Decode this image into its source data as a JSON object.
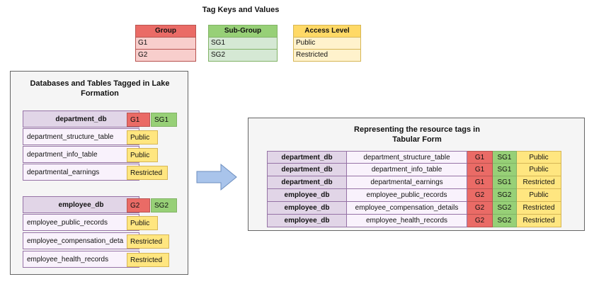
{
  "title": "Tag Keys and Values",
  "legend": [
    {
      "header": "Group",
      "values": [
        "G1",
        "G2"
      ]
    },
    {
      "header": "Sub-Group",
      "values": [
        "SG1",
        "SG2"
      ]
    },
    {
      "header": "Access Level",
      "values": [
        "Public",
        "Restricted"
      ]
    }
  ],
  "lake_panel": {
    "title": "Databases and Tables Tagged in Lake Formation",
    "databases": [
      {
        "name": "department_db",
        "group": "G1",
        "subgroup": "SG1",
        "tables": [
          {
            "name": "department_structure_table",
            "access": "Public"
          },
          {
            "name": "department_info_table",
            "access": "Public"
          },
          {
            "name": "departmental_earnings",
            "access": "Restricted"
          }
        ]
      },
      {
        "name": "employee_db",
        "group": "G2",
        "subgroup": "SG2",
        "tables": [
          {
            "name": "employee_public_records",
            "access": "Public"
          },
          {
            "name": "employee_compensation_deta",
            "access": "Restricted"
          },
          {
            "name": "employee_health_records",
            "access": "Restricted"
          }
        ]
      }
    ]
  },
  "tabular_panel": {
    "title_line1": "Representing the resource tags in",
    "title_line2": "Tabular Form",
    "rows": [
      [
        "department_db",
        "department_structure_table",
        "G1",
        "SG1",
        "Public"
      ],
      [
        "department_db",
        "department_info_table",
        "G1",
        "SG1",
        "Public"
      ],
      [
        "department_db",
        "departmental_earnings",
        "G1",
        "SG1",
        "Restricted"
      ],
      [
        "employee_db",
        "employee_public_records",
        "G2",
        "SG2",
        "Public"
      ],
      [
        "employee_db",
        "employee_compensation_details",
        "G2",
        "SG2",
        "Restricted"
      ],
      [
        "employee_db",
        "employee_health_records",
        "G2",
        "SG2",
        "Restricted"
      ]
    ]
  },
  "colors": {
    "group": "#ea6b66",
    "subgroup": "#97d077",
    "access": "#ffe680",
    "database": "#e1d5e7",
    "table": "#f9f2fc",
    "arrow": "#a9c4eb"
  }
}
